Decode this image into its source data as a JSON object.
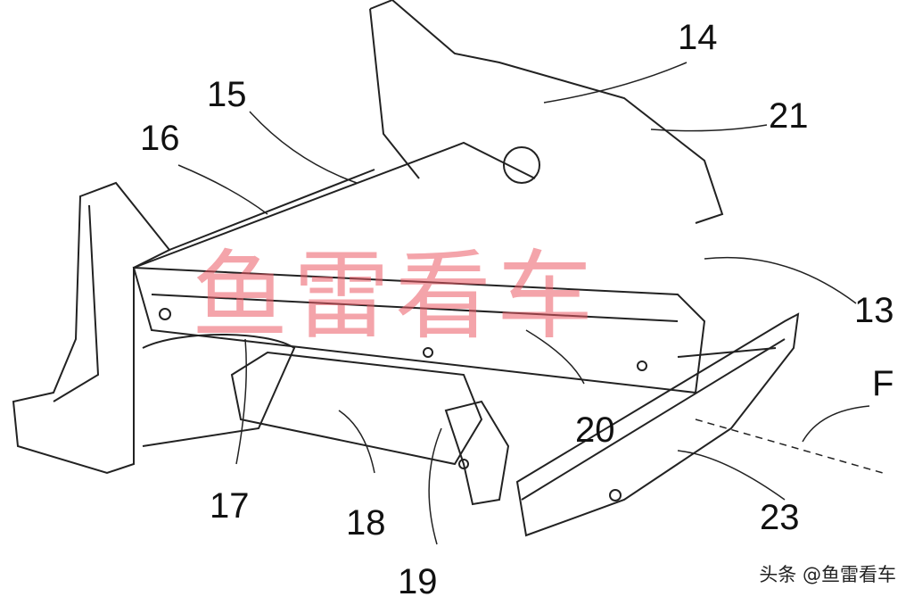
{
  "labels": {
    "l14": "14",
    "l21": "21",
    "l15": "15",
    "l16": "16",
    "l13": "13",
    "lF": "F",
    "l20": "20",
    "l23": "23",
    "l17": "17",
    "l18": "18",
    "l19": "19"
  },
  "watermark": "鱼雷看车",
  "credit": "头条 @鱼雷看车"
}
